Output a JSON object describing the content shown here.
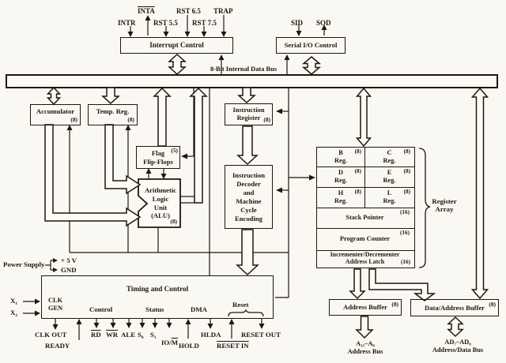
{
  "interrupts": {
    "box": "Interrupt Control",
    "intr": "INTR",
    "inta": "INTA",
    "rst55": "RST 5.5",
    "rst65": "RST 6.5",
    "rst75": "RST 7.5",
    "trap": "TRAP"
  },
  "serial": {
    "box": "Serial I/O Control",
    "sid": "SID",
    "sod": "SOD"
  },
  "bus": {
    "label": "8-Bit Internal Data Bus"
  },
  "alu_section": {
    "accumulator": "Accumulator",
    "temp_reg": "Temp. Reg.",
    "size8": "(8)",
    "flag_size": "(5)",
    "flag": "Flag\nFlip-Flops",
    "alu": "Arithmetic\nLogic\nUnit\n(ALU)"
  },
  "instruction": {
    "register": "Instruction\nRegister",
    "size8": "(8)",
    "decoder": "Instruction\nDecoder\nand\nMachine\nCycle\nEncoding"
  },
  "register_array": {
    "size8": "(8)",
    "size16": "(16)",
    "reg": "Reg.",
    "b": "B",
    "c": "C",
    "d": "D",
    "e": "E",
    "h": "H",
    "l": "L",
    "stack_pointer": "Stack Pointer",
    "program_counter": "Program Counter",
    "incr_decr": "Incrementer/Decrementer",
    "address_latch": "Address Latch",
    "brace_label": "Register\nArray"
  },
  "timing": {
    "title": "Timing and Control",
    "clk_gen": "CLK\nGEN",
    "control": "Control",
    "status": "Status",
    "dma": "DMA",
    "reset": "Reset",
    "power_supply": "Power Supply",
    "plus5": "+ 5 V",
    "gnd": "GND",
    "x1": "X₁",
    "x2": "X₂"
  },
  "pins": {
    "clk_out": "CLK OUT",
    "ready": "READY",
    "rd": "RD",
    "wr": "WR",
    "ale": "ALE",
    "s0": "S₀",
    "s1": "S₁",
    "io": "IO/",
    "m": "M",
    "hold": "HOLD",
    "hlda": "HLDA",
    "reset_in": "RESET IN",
    "reset_out": "RESET OUT"
  },
  "buffers": {
    "address_buffer": "Address Buffer",
    "data_address_buffer": "Data/Address Buffer",
    "size8": "(8)",
    "a_bus": "A₁₅–A₈\nAddress Bus",
    "ad_bus": "AD₇–AD₀\nAddress/Data Bus"
  }
}
